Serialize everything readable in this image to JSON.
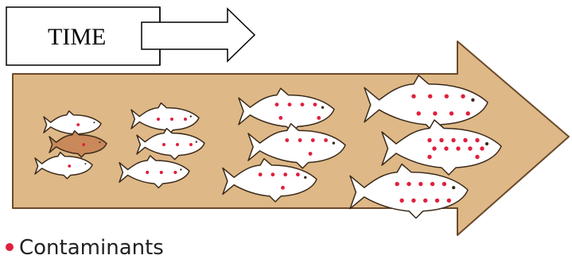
{
  "time_box": {
    "label": "TIME"
  },
  "legend": {
    "label": "Contaminants",
    "dot_color": "#e01f3d"
  },
  "colors": {
    "big_arrow_fill": "#deb887",
    "fish_fill": "#ffffff",
    "tinted_fish_fill": "#c9895a",
    "contaminant": "#e01f3d",
    "outline": "#3b2a1a"
  },
  "stages": [
    {
      "name": "stage-1",
      "fish": [
        {
          "contaminants": 1,
          "tinted": false
        },
        {
          "contaminants": 1,
          "tinted": true
        },
        {
          "contaminants": 1,
          "tinted": false
        }
      ]
    },
    {
      "name": "stage-2",
      "fish": [
        {
          "contaminants": 3,
          "tinted": false
        },
        {
          "contaminants": 3,
          "tinted": false
        },
        {
          "contaminants": 3,
          "tinted": false
        }
      ]
    },
    {
      "name": "stage-3",
      "fish": [
        {
          "contaminants": 6,
          "tinted": false
        },
        {
          "contaminants": 5,
          "tinted": false
        },
        {
          "contaminants": 5,
          "tinted": false
        }
      ]
    },
    {
      "name": "stage-4",
      "fish": [
        {
          "contaminants": 8,
          "tinted": false
        },
        {
          "contaminants": 12,
          "tinted": false
        },
        {
          "contaminants": 10,
          "tinted": false
        }
      ]
    }
  ]
}
